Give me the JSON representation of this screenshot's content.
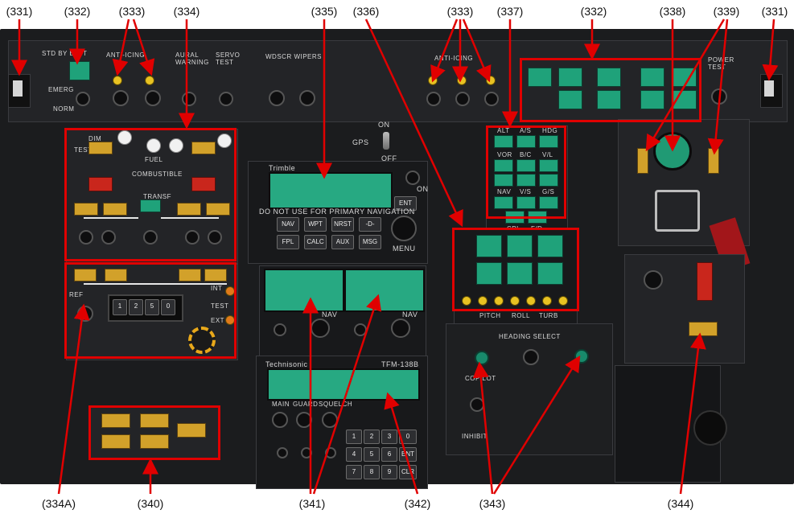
{
  "callouts": {
    "top": [
      "(331)",
      "(332)",
      "(333)",
      "(334)",
      "(335)",
      "(336)",
      "(333)",
      "(337)",
      "(332)",
      "(338)",
      "(339)",
      "(331)"
    ],
    "bottom": [
      "(334A)",
      "(340)",
      "(341)",
      "(342)",
      "(343)",
      "(344)"
    ]
  },
  "panel_text": {
    "std_by_batt": "STD BY BATT",
    "anti_icing_left": "ANTI-ICING",
    "aural_warning": "AURAL WARNING",
    "servo_test": "SERVO TEST",
    "wdscr_wipers": "WDSCR WIPERS",
    "anti_icing_right": "ANTI-ICING",
    "power_test": "POWER TEST",
    "emerg": "EMERG",
    "norm": "NORM",
    "dim": "DIM",
    "test": "TEST",
    "fuel": "FUEL",
    "combustible": "COMBUSTIBLE",
    "transf": "TRANSF",
    "do_not_use": "DO NOT USE FOR PRIMARY NAVIGATION",
    "trimble": "Trimble",
    "gps": "GPS",
    "on": "ON",
    "off": "OFF",
    "ent": "ENT",
    "menu": "MENU",
    "nav_keys": [
      "NAV",
      "WPT",
      "NRST",
      "-D-",
      "FPL",
      "CALC",
      "AUX",
      "MSG"
    ],
    "ap_keys": [
      [
        "ALT",
        "A/S",
        "HDG"
      ],
      [
        "VOR",
        "B/C",
        "V/L"
      ],
      [
        "NAV",
        "V/S",
        "G/S"
      ],
      [
        "CPL",
        "F/D"
      ]
    ],
    "nav_label": "NAV",
    "heading_select": "HEADING SELECT",
    "copilot": "COPILOT",
    "inhibit": "INHIBIT",
    "technisonic": "Technisonic",
    "tfm_model": "TFM-138B",
    "radio_controls": [
      "MAIN",
      "GUARD",
      "SQUELCH"
    ],
    "radio_keys": [
      "1",
      "2",
      "3",
      "4",
      "5",
      "6",
      "7",
      "8",
      "9",
      "0",
      "ENT",
      "CLR"
    ],
    "pitch": "PITCH",
    "roll": "ROLL",
    "turb": "TURB",
    "int": "INT",
    "ext": "EXT",
    "ref": "REF",
    "counter_digits": [
      "1",
      "2",
      "5",
      "0"
    ]
  },
  "colors": {
    "annotation": "#e00000",
    "green_display": "#27a982",
    "amber_button": "#d2a12a",
    "panel": "#232427"
  }
}
